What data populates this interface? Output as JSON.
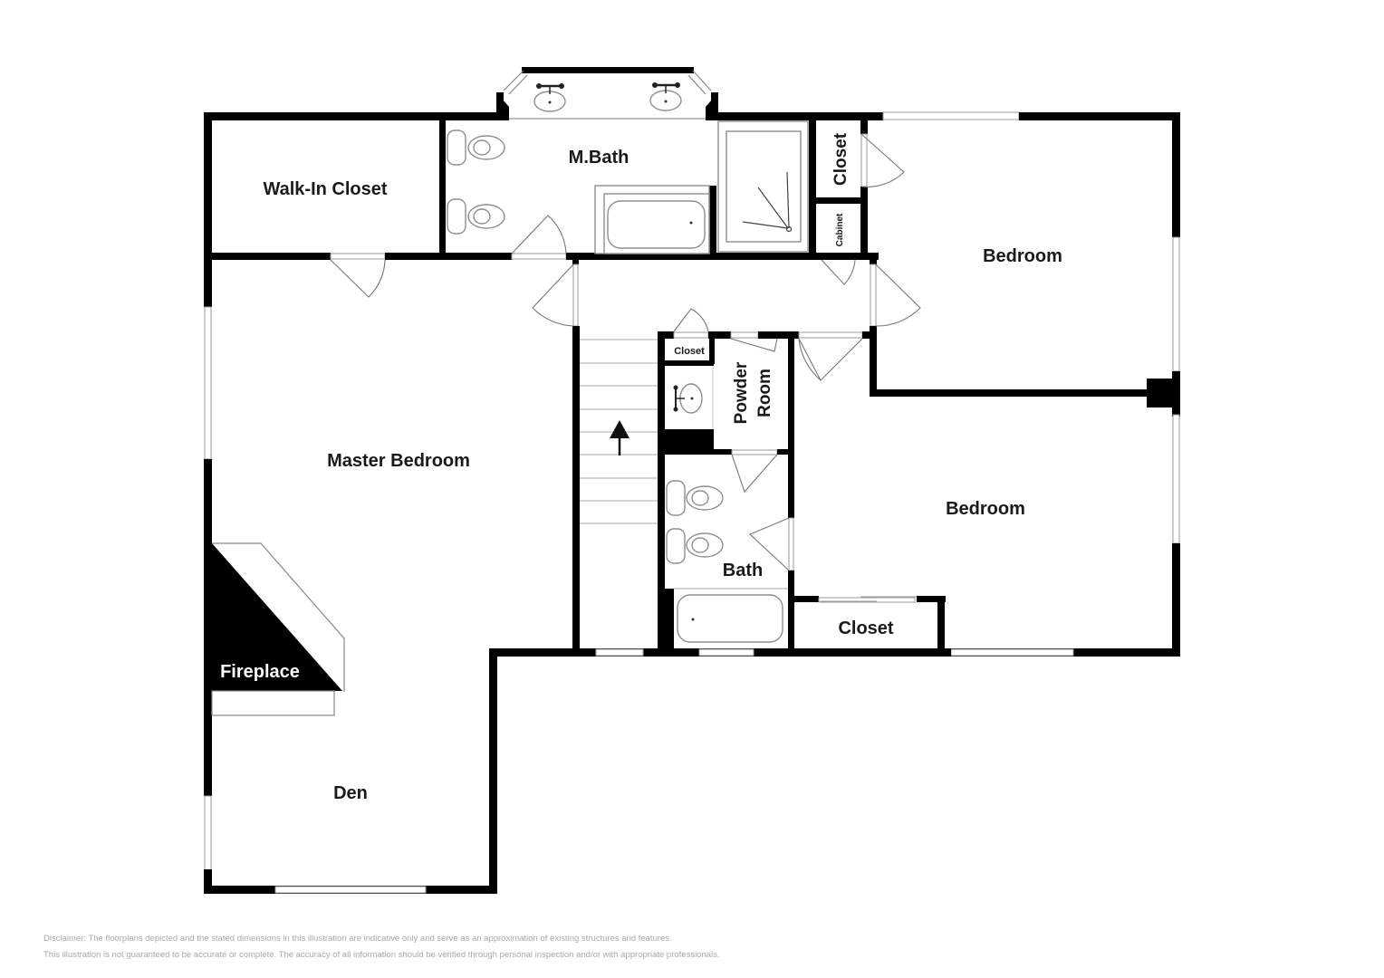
{
  "floorplan": {
    "rooms": {
      "walk_in_closet": "Walk-In Closet",
      "master_bath": "M.Bath",
      "closet_top": "Closet",
      "cabinet": "Cabinet",
      "bedroom_upper": "Bedroom",
      "master_bedroom": "Master Bedroom",
      "hall_closet": "Closet",
      "powder_room_line1": "Powder",
      "powder_room_line2": "Room",
      "bath": "Bath",
      "bedroom_lower": "Bedroom",
      "closet_lower": "Closet",
      "fireplace": "Fireplace",
      "den": "Den"
    },
    "symbols": {
      "stair_direction": "up-arrow-icon"
    },
    "colors": {
      "wall": "#000000",
      "fixture_line": "#8f8f8f",
      "background": "#ffffff",
      "disclaimer_text": "#a9a9a9"
    }
  },
  "disclaimer": {
    "line1": "Disclaimer: The floorplans depicted and the stated dimensions in this illustration are indicative only and serve as an approximation of existing structures and features.",
    "line2": "This illustration is not guaranteed to be accurate or complete. The accuracy of all information should be verified through personal inspection and/or with appropriate professionals."
  }
}
